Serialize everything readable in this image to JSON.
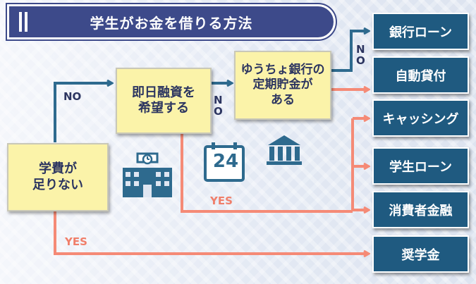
{
  "title": "学生がお金を借りる方法",
  "nodes": {
    "start": "学費が\n足りない",
    "same_day": "即日融資を\n希望する",
    "yucho": "ゆうちょ銀行の\n定期貯金が\nある"
  },
  "options": [
    "銀行ローン",
    "自動貸付",
    "キャッシング",
    "学生ローン",
    "消費者金融",
    "奨学金"
  ],
  "labels": {
    "no": "NO",
    "yes": "YES",
    "calendar_number": "24"
  },
  "colors": {
    "no_line": "#2e6a8e",
    "yes_line": "#f58a76",
    "option_box": "#1f5a80",
    "decision_box": "#fbf3a9",
    "title_bar": "#3d4a8a"
  },
  "icons": [
    "school-icon",
    "calendar-24-icon",
    "bank-icon"
  ]
}
